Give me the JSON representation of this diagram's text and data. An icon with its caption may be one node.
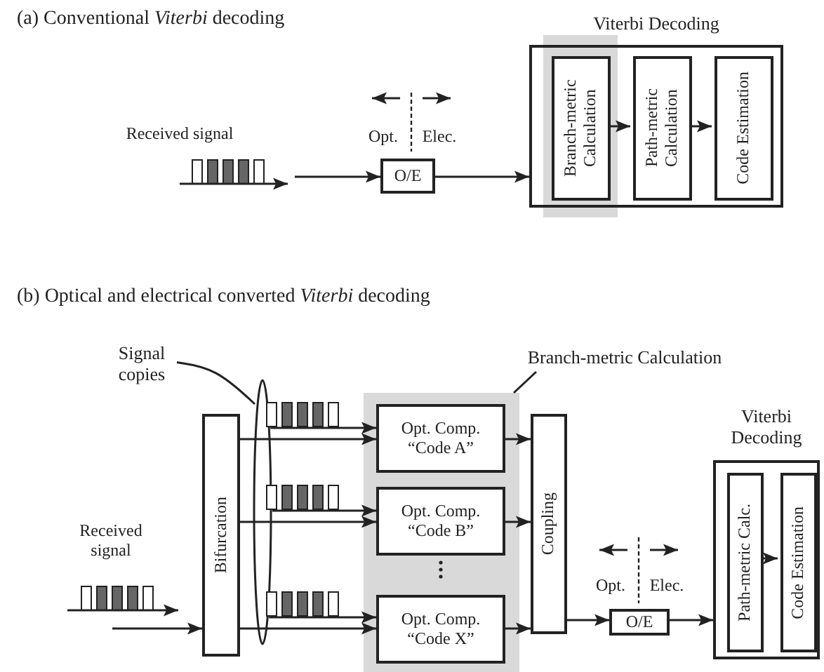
{
  "diagram": {
    "nodes": [
      {
        "text": [
          "O/E"
        ]
      },
      {
        "text": [
          "Viterbi Decoding"
        ]
      },
      {
        "text": [
          "Branch-metric Calculation"
        ],
        "in": 1
      },
      {
        "text": [
          "Path-metric Calculation"
        ],
        "in": 1
      },
      {
        "text": [
          "Code Estimation"
        ],
        "in": 1
      },
      {
        "text": [
          "Signal copies"
        ]
      },
      {
        "text": [],
        "shape": "ellipse"
      },
      {
        "text": [
          "Bifurcation"
        ]
      },
      {
        "text": [
          "Branch-metric Calculation"
        ]
      },
      {
        "text": [],
        "shape": "band"
      },
      {
        "text": [
          "Opt. Comp. “Code A”"
        ],
        "in": 9
      },
      {
        "text": [
          "Opt. Comp. “Code B”"
        ],
        "in": 9
      },
      {
        "text": [
          "Opt. Comp. “Code X”"
        ],
        "in": 9
      },
      {
        "text": [
          "Coupling"
        ]
      },
      {
        "text": [
          "O/E"
        ]
      },
      {
        "text": [
          "Viterbi Decoding"
        ]
      },
      {
        "text": [
          "Path-metric Calc."
        ],
        "in": 15
      },
      {
        "text": [
          "Code Estimation"
        ],
        "in": 15
      }
    ],
    "edges": [
      {
        "from": null,
        "to": 0,
        "arrow": "to"
      },
      {
        "from": 0,
        "to": 1,
        "arrow": "to"
      },
      {
        "from": 2,
        "to": 3,
        "arrow": "to"
      },
      {
        "from": 3,
        "to": 4,
        "arrow": "to"
      },
      {
        "from": 5,
        "to": 6,
        "arrow": "none"
      },
      {
        "from": null,
        "to": 7,
        "arrow": "to"
      },
      {
        "from": 7,
        "to": 10,
        "arrow": "to"
      },
      {
        "from": 7,
        "to": 11,
        "arrow": "to"
      },
      {
        "from": 7,
        "to": 12,
        "arrow": "to"
      },
      {
        "from": 10,
        "to": 13,
        "arrow": "to"
      },
      {
        "from": 11,
        "to": 13,
        "arrow": "to"
      },
      {
        "from": 12,
        "to": 13,
        "arrow": "to"
      },
      {
        "from": 13,
        "to": 14,
        "arrow": "to"
      },
      {
        "from": 14,
        "to": 15,
        "arrow": "to"
      },
      {
        "from": 16,
        "to": 17,
        "arrow": "to"
      },
      {
        "from": 8,
        "to": 9,
        "arrow": "none"
      },
      {
        "from": 6,
        "to": 10,
        "arrow": "to"
      },
      {
        "from": 6,
        "to": 11,
        "arrow": "to"
      },
      {
        "from": 6,
        "to": 12,
        "arrow": "to"
      }
    ],
    "labels": [
      "(a) Conventional *Viterbi* decoding",
      "Received signal",
      "Opt.",
      "Elec.",
      "(b) Optical and electrical converted *Viterbi* decoding",
      "Received signal",
      "Opt.",
      "Elec."
    ]
  }
}
